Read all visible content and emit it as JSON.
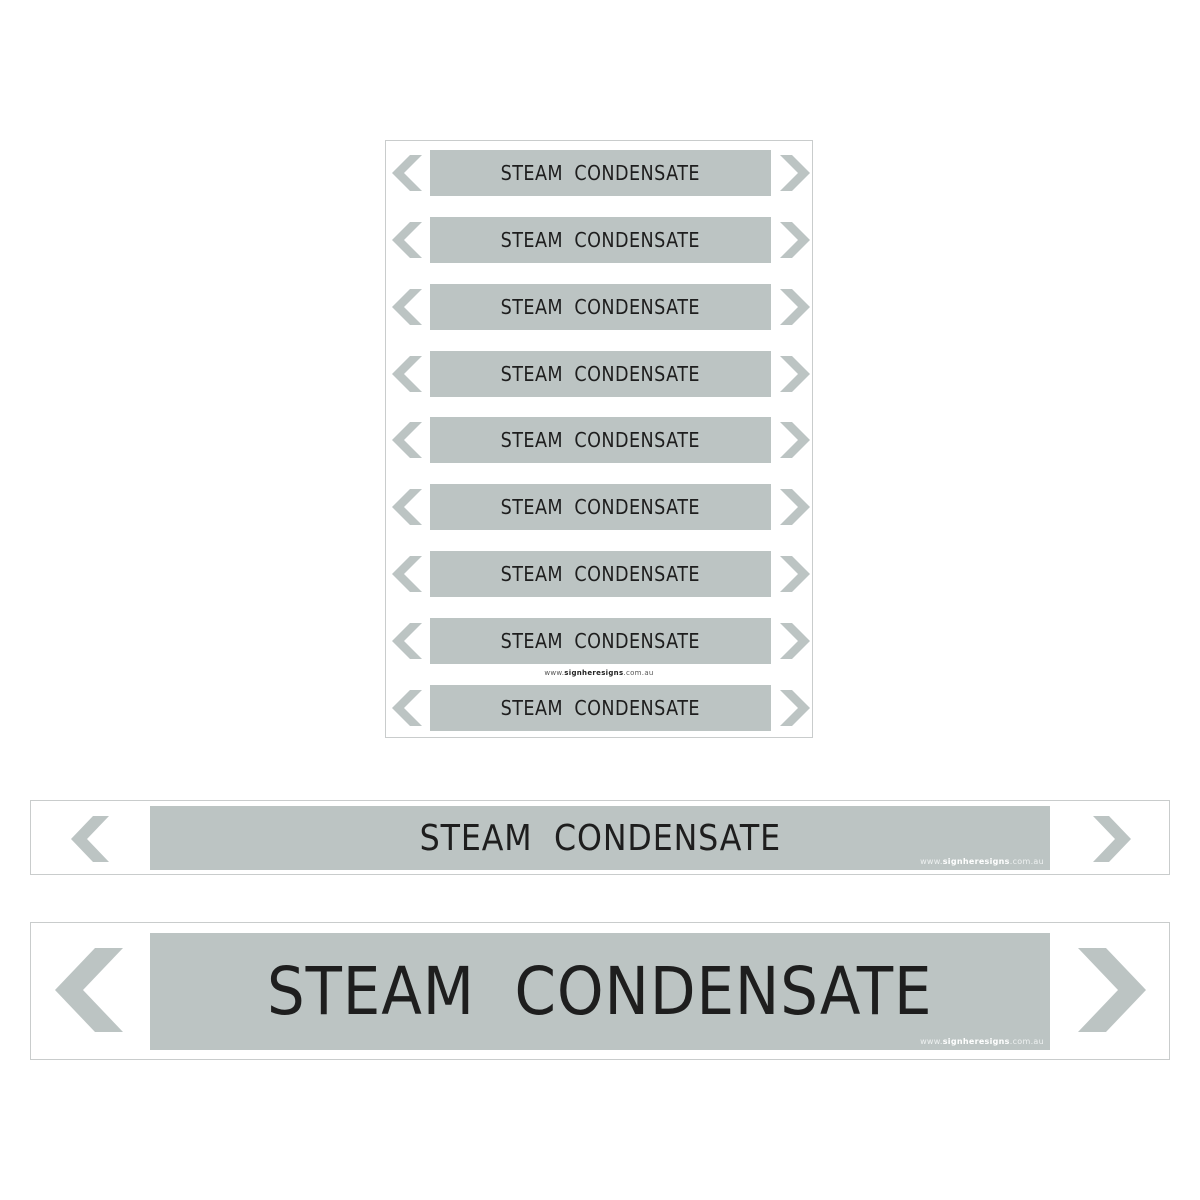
{
  "marker": {
    "label": "STEAM CONDENSATE",
    "url_prefix": "www.",
    "url_brand": "signheresigns",
    "url_suffix": ".com.au",
    "band_color": "#bcc4c3",
    "arrow_color": "#bcc4c3",
    "text_color": "#1e1e1e",
    "arrow_left_icon": "chevron-left-icon",
    "arrow_right_icon": "chevron-right-icon"
  },
  "sheet": {
    "row_count": 9,
    "url_after_row": 8
  }
}
